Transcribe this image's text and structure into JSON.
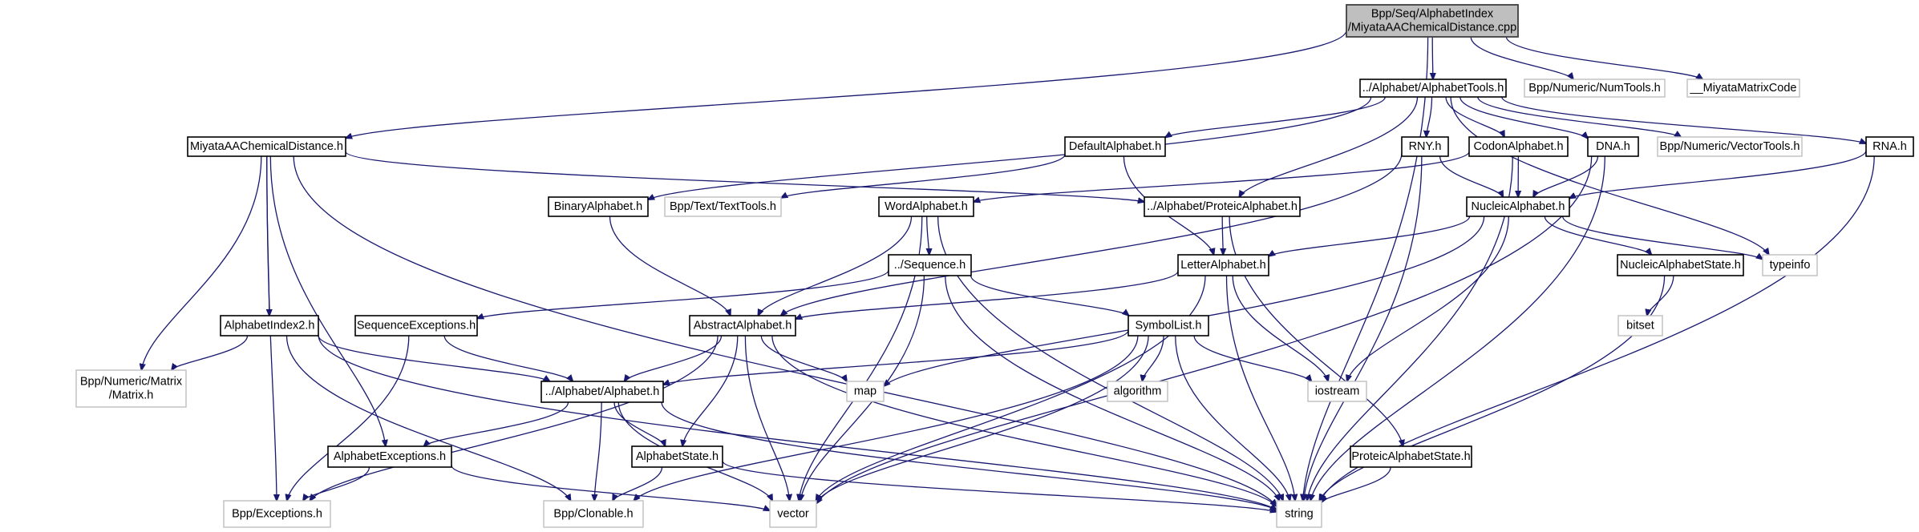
{
  "title": "Include dependency graph for MiyataAAChemicalDistance.cpp",
  "colors": {
    "edge": "#191970",
    "root_fill": "#bfbfbf",
    "node_border": "#000000",
    "external_border": "#bfbfbf"
  },
  "nodes": [
    {
      "id": "cpp",
      "lines": [
        "Bpp/Seq/AlphabetIndex",
        "/MiyataAAChemicalDistance.cpp"
      ],
      "kind": "root"
    },
    {
      "id": "alphabettools",
      "lines": [
        "../Alphabet/AlphabetTools.h"
      ],
      "kind": "internal"
    },
    {
      "id": "numtools",
      "lines": [
        "Bpp/Numeric/NumTools.h"
      ],
      "kind": "external"
    },
    {
      "id": "miyatacode",
      "lines": [
        "__MiyataMatrixCode"
      ],
      "kind": "external"
    },
    {
      "id": "miyatah",
      "lines": [
        "MiyataAAChemicalDistance.h"
      ],
      "kind": "internal"
    },
    {
      "id": "defaultalphabet",
      "lines": [
        "DefaultAlphabet.h"
      ],
      "kind": "internal"
    },
    {
      "id": "rny",
      "lines": [
        "RNY.h"
      ],
      "kind": "internal"
    },
    {
      "id": "codon",
      "lines": [
        "CodonAlphabet.h"
      ],
      "kind": "internal"
    },
    {
      "id": "dna",
      "lines": [
        "DNA.h"
      ],
      "kind": "internal"
    },
    {
      "id": "vectortools",
      "lines": [
        "Bpp/Numeric/VectorTools.h"
      ],
      "kind": "external"
    },
    {
      "id": "rna",
      "lines": [
        "RNA.h"
      ],
      "kind": "internal"
    },
    {
      "id": "binary",
      "lines": [
        "BinaryAlphabet.h"
      ],
      "kind": "internal"
    },
    {
      "id": "texttools",
      "lines": [
        "Bpp/Text/TextTools.h"
      ],
      "kind": "external"
    },
    {
      "id": "word",
      "lines": [
        "WordAlphabet.h"
      ],
      "kind": "internal"
    },
    {
      "id": "proteic",
      "lines": [
        "../Alphabet/ProteicAlphabet.h"
      ],
      "kind": "internal"
    },
    {
      "id": "nucleic",
      "lines": [
        "NucleicAlphabet.h"
      ],
      "kind": "internal"
    },
    {
      "id": "sequence",
      "lines": [
        "../Sequence.h"
      ],
      "kind": "internal"
    },
    {
      "id": "letter",
      "lines": [
        "LetterAlphabet.h"
      ],
      "kind": "internal"
    },
    {
      "id": "nucleicstate",
      "lines": [
        "NucleicAlphabetState.h"
      ],
      "kind": "internal"
    },
    {
      "id": "typeinfo",
      "lines": [
        "typeinfo"
      ],
      "kind": "external"
    },
    {
      "id": "alphabetindex2",
      "lines": [
        "AlphabetIndex2.h"
      ],
      "kind": "internal"
    },
    {
      "id": "seqexceptions",
      "lines": [
        "SequenceExceptions.h"
      ],
      "kind": "internal"
    },
    {
      "id": "abstract",
      "lines": [
        "AbstractAlphabet.h"
      ],
      "kind": "internal"
    },
    {
      "id": "symbollist",
      "lines": [
        "SymbolList.h"
      ],
      "kind": "internal"
    },
    {
      "id": "bitset",
      "lines": [
        "bitset"
      ],
      "kind": "external"
    },
    {
      "id": "matrix",
      "lines": [
        "Bpp/Numeric/Matrix",
        "/Matrix.h"
      ],
      "kind": "external"
    },
    {
      "id": "alphabet",
      "lines": [
        "../Alphabet/Alphabet.h"
      ],
      "kind": "internal"
    },
    {
      "id": "map",
      "lines": [
        "map"
      ],
      "kind": "external"
    },
    {
      "id": "algorithm",
      "lines": [
        "algorithm"
      ],
      "kind": "external"
    },
    {
      "id": "iostream",
      "lines": [
        "iostream"
      ],
      "kind": "external"
    },
    {
      "id": "alphexceptions",
      "lines": [
        "AlphabetExceptions.h"
      ],
      "kind": "internal"
    },
    {
      "id": "alphstate",
      "lines": [
        "AlphabetState.h"
      ],
      "kind": "internal"
    },
    {
      "id": "proteicstate",
      "lines": [
        "ProteicAlphabetState.h"
      ],
      "kind": "internal"
    },
    {
      "id": "exceptions",
      "lines": [
        "Bpp/Exceptions.h"
      ],
      "kind": "external"
    },
    {
      "id": "clonable",
      "lines": [
        "Bpp/Clonable.h"
      ],
      "kind": "external"
    },
    {
      "id": "vector",
      "lines": [
        "vector"
      ],
      "kind": "external"
    },
    {
      "id": "string",
      "lines": [
        "string"
      ],
      "kind": "external"
    }
  ],
  "edges": [
    [
      "cpp",
      "miyatah"
    ],
    [
      "cpp",
      "alphabettools"
    ],
    [
      "cpp",
      "numtools"
    ],
    [
      "cpp",
      "miyatacode"
    ],
    [
      "cpp",
      "string"
    ],
    [
      "alphabettools",
      "defaultalphabet"
    ],
    [
      "alphabettools",
      "rny"
    ],
    [
      "alphabettools",
      "codon"
    ],
    [
      "alphabettools",
      "dna"
    ],
    [
      "alphabettools",
      "vectortools"
    ],
    [
      "alphabettools",
      "rna"
    ],
    [
      "alphabettools",
      "binary"
    ],
    [
      "alphabettools",
      "proteic"
    ],
    [
      "alphabettools",
      "typeinfo"
    ],
    [
      "miyatah",
      "alphabetindex2"
    ],
    [
      "miyatah",
      "proteic"
    ],
    [
      "miyatah",
      "matrix"
    ],
    [
      "miyatah",
      "alphexceptions"
    ],
    [
      "miyatah",
      "exceptions"
    ],
    [
      "miyatah",
      "string"
    ],
    [
      "defaultalphabet",
      "texttools"
    ],
    [
      "defaultalphabet",
      "letter"
    ],
    [
      "rny",
      "nucleic"
    ],
    [
      "rny",
      "abstract"
    ],
    [
      "rny",
      "string"
    ],
    [
      "codon",
      "nucleic"
    ],
    [
      "codon",
      "word"
    ],
    [
      "codon",
      "string"
    ],
    [
      "dna",
      "nucleic"
    ],
    [
      "dna",
      "vector"
    ],
    [
      "dna",
      "string"
    ],
    [
      "rna",
      "nucleic"
    ],
    [
      "rna",
      "string"
    ],
    [
      "binary",
      "abstract"
    ],
    [
      "word",
      "sequence"
    ],
    [
      "word",
      "abstract"
    ],
    [
      "word",
      "vector"
    ],
    [
      "word",
      "string"
    ],
    [
      "proteic",
      "letter"
    ],
    [
      "proteic",
      "proteicstate"
    ],
    [
      "nucleic",
      "letter"
    ],
    [
      "nucleic",
      "nucleicstate"
    ],
    [
      "nucleic",
      "typeinfo"
    ],
    [
      "nucleic",
      "iostream"
    ],
    [
      "nucleic",
      "map"
    ],
    [
      "sequence",
      "seqexceptions"
    ],
    [
      "sequence",
      "symbollist"
    ],
    [
      "sequence",
      "vector"
    ],
    [
      "sequence",
      "string"
    ],
    [
      "letter",
      "abstract"
    ],
    [
      "letter",
      "iostream"
    ],
    [
      "letter",
      "string"
    ],
    [
      "letter",
      "vector"
    ],
    [
      "nucleicstate",
      "bitset"
    ],
    [
      "nucleicstate",
      "string"
    ],
    [
      "alphabetindex2",
      "matrix"
    ],
    [
      "alphabetindex2",
      "alphabet"
    ],
    [
      "alphabetindex2",
      "clonable"
    ],
    [
      "alphabetindex2",
      "string"
    ],
    [
      "seqexceptions",
      "alphabet"
    ],
    [
      "seqexceptions",
      "exceptions"
    ],
    [
      "abstract",
      "alphabet"
    ],
    [
      "abstract",
      "alphstate"
    ],
    [
      "abstract",
      "map"
    ],
    [
      "abstract",
      "vector"
    ],
    [
      "abstract",
      "string"
    ],
    [
      "abstract",
      "exceptions"
    ],
    [
      "symbollist",
      "alphabet"
    ],
    [
      "symbollist",
      "algorithm"
    ],
    [
      "symbollist",
      "iostream"
    ],
    [
      "symbollist",
      "string"
    ],
    [
      "symbollist",
      "vector"
    ],
    [
      "symbollist",
      "clonable"
    ],
    [
      "alphabet",
      "alphexceptions"
    ],
    [
      "alphabet",
      "alphstate"
    ],
    [
      "alphabet",
      "clonable"
    ],
    [
      "alphabet",
      "vector"
    ],
    [
      "alphabet",
      "string"
    ],
    [
      "alphexceptions",
      "exceptions"
    ],
    [
      "alphexceptions",
      "vector"
    ],
    [
      "alphstate",
      "clonable"
    ],
    [
      "alphstate",
      "string"
    ],
    [
      "proteicstate",
      "string"
    ]
  ]
}
